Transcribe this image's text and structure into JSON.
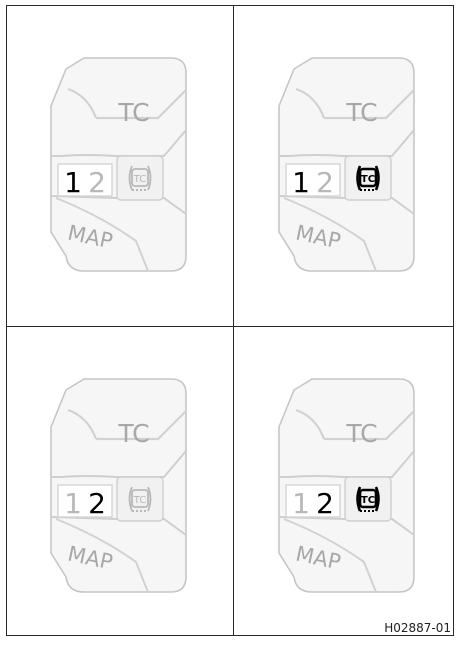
{
  "switch_label_tc": "TC",
  "switch_label_map": "MAP",
  "map_digit_1": "1",
  "map_digit_2": "2",
  "tc_icon_text": "TC",
  "panels": [
    {
      "active_map": "1",
      "tc_light": "off"
    },
    {
      "active_map": "1",
      "tc_light": "on"
    },
    {
      "active_map": "2",
      "tc_light": "off"
    },
    {
      "active_map": "2",
      "tc_light": "on"
    }
  ],
  "figure_reference": "H02887-01",
  "colors": {
    "active_digit": "#000000",
    "inactive_digit": "#b8b8b8",
    "switch_outline": "#c6c6c6",
    "switch_fill": "#f6f6f6",
    "tc_light_on": "#000000",
    "tc_light_off": "#b8b8b8"
  }
}
